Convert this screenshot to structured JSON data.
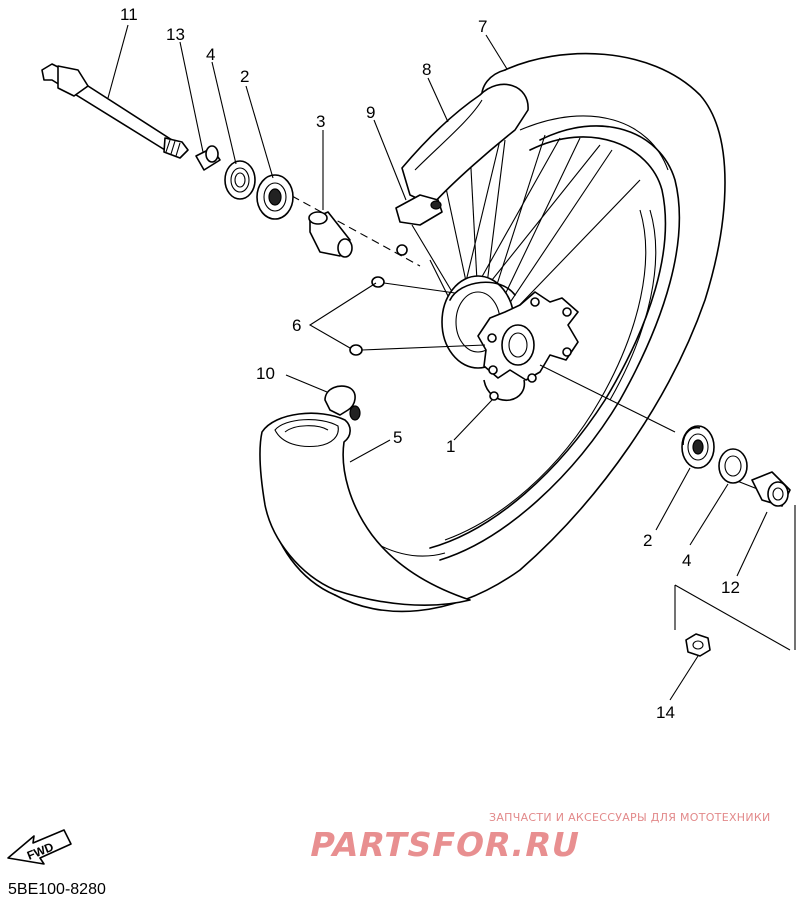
{
  "callouts": {
    "c11": "11",
    "c13": "13",
    "c4a": "4",
    "c2a": "2",
    "c7": "7",
    "c8": "8",
    "c3": "3",
    "c9": "9",
    "c6": "6",
    "c10": "10",
    "c5": "5",
    "c1": "1",
    "c2b": "2",
    "c4b": "4",
    "c12": "12",
    "c14": "14"
  },
  "diagram_code": "5BE100-8280",
  "fwd_arrow_label": "FWD",
  "watermark": {
    "tagline": "ЗАПЧАСТИ И АКСЕССУАРЫ ДЛЯ МОТОТЕХНИКИ",
    "logo": "PARTSFOR.RU"
  }
}
